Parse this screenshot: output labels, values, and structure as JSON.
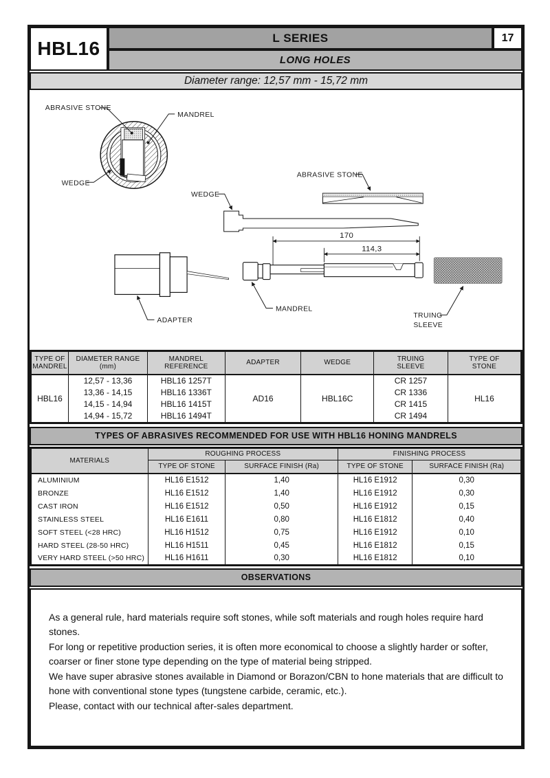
{
  "header": {
    "model": "HBL16",
    "series_title": "L SERIES",
    "page_number": "17",
    "subtitle": "LONG HOLES",
    "diameter_range": "Diameter range: 12,57 mm - 15,72 mm"
  },
  "diagram": {
    "cross_section": {
      "abrasive_stone_label": "ABRASIVE STONE",
      "mandrel_label": "MANDREL",
      "wedge_label": "WEDGE"
    },
    "side_view": {
      "wedge_label": "WEDGE",
      "abrasive_stone_label": "ABRASIVE STONE",
      "adapter_label": "ADAPTER",
      "mandrel_label": "MANDREL",
      "truing_sleeve_line1": "TRUING",
      "truing_sleeve_line2": "SLEEVE"
    },
    "dimensions": {
      "overall_length": "170",
      "stone_length": "114,3"
    }
  },
  "mandrel_table": {
    "headers": {
      "type_of_mandrel": [
        "TYPE OF",
        "MANDREL"
      ],
      "diameter_range": [
        "DIAMETER RANGE",
        "(mm)"
      ],
      "mandrel_reference": [
        "MANDREL",
        "REFERENCE"
      ],
      "adapter": "ADAPTER",
      "wedge": "WEDGE",
      "truing_sleeve": [
        "TRUING",
        "SLEEVE"
      ],
      "type_of_stone": [
        "TYPE OF",
        "STONE"
      ]
    },
    "row": {
      "type_of_mandrel": "HBL16",
      "diameter_ranges": [
        "12,57 - 13,36",
        "13,36 - 14,15",
        "14,15 - 14,94",
        "14,94 - 15,72"
      ],
      "mandrel_references": [
        "HBL16 1257T",
        "HBL16 1336T",
        "HBL16 1415T",
        "HBL16 1494T"
      ],
      "adapter": "AD16",
      "wedge": "HBL16C",
      "truing_sleeves": [
        "CR 1257",
        "CR 1336",
        "CR 1415",
        "CR 1494"
      ],
      "type_of_stone": "HL16"
    }
  },
  "abrasives_table": {
    "banner": "TYPES OF ABRASIVES RECOMMENDED FOR USE WITH HBL16 HONING MANDRELS",
    "materials_header": "MATERIALS",
    "roughing_header": "ROUGHING PROCESS",
    "finishing_header": "FINISHING PROCESS",
    "type_of_stone_header_rough": "TYPE OF STONE",
    "surface_finish_header_rough": "SURFACE FINISH (Ra)",
    "type_of_stone_header_finish": "TYPE OF STONE",
    "surface_finish_header_finish": "SURFACE FINISH (Ra)",
    "rows": [
      {
        "material": "ALUMINIUM",
        "roughing_stone": "HL16 E1512",
        "roughing_ra": "1,40",
        "finishing_stone": "HL16 E1912",
        "finishing_ra": "0,30"
      },
      {
        "material": "BRONZE",
        "roughing_stone": "HL16 E1512",
        "roughing_ra": "1,40",
        "finishing_stone": "HL16 E1912",
        "finishing_ra": "0,30"
      },
      {
        "material": "CAST IRON",
        "roughing_stone": "HL16 E1512",
        "roughing_ra": "0,50",
        "finishing_stone": "HL16 E1912",
        "finishing_ra": "0,15"
      },
      {
        "material": "STAINLESS STEEL",
        "roughing_stone": "HL16 E1611",
        "roughing_ra": "0,80",
        "finishing_stone": "HL16 E1812",
        "finishing_ra": "0,40"
      },
      {
        "material": "SOFT STEEL (<28 HRC)",
        "roughing_stone": "HL16 H1512",
        "roughing_ra": "0,75",
        "finishing_stone": "HL16 E1912",
        "finishing_ra": "0,10"
      },
      {
        "material": "HARD STEEL (28-50 HRC)",
        "roughing_stone": "HL16 H1511",
        "roughing_ra": "0,45",
        "finishing_stone": "HL16 E1812",
        "finishing_ra": "0,15"
      },
      {
        "material": "VERY HARD STEEL (>50 HRC)",
        "roughing_stone": "HL16 H1611",
        "roughing_ra": "0,30",
        "finishing_stone": "HL16 E1812",
        "finishing_ra": "0,10"
      }
    ]
  },
  "observations": {
    "banner": "OBSERVATIONS",
    "paragraphs": [
      "As a general rule, hard materials require soft stones, while soft materials and rough holes require hard stones.",
      "For long or repetitive production series, it is often more economical to choose a slightly harder or softer, coarser or finer stone type depending on the type of material being stripped.",
      "We have super abrasive stones available in Diamond or Borazon/CBN to hone materials that are difficult to hone with conventional stone types (tungstene carbide, ceramic, etc.).",
      "Please, contact with our technical after-sales department."
    ]
  },
  "colors": {
    "frame_border": "#161616",
    "series_bar": "#a2a2a2",
    "subtitle_bar": "#b5b5b5",
    "banner_bar": "#b3b3b3",
    "diameter_bar": "#d8d8d8",
    "table_header": "#d2d2d2"
  }
}
